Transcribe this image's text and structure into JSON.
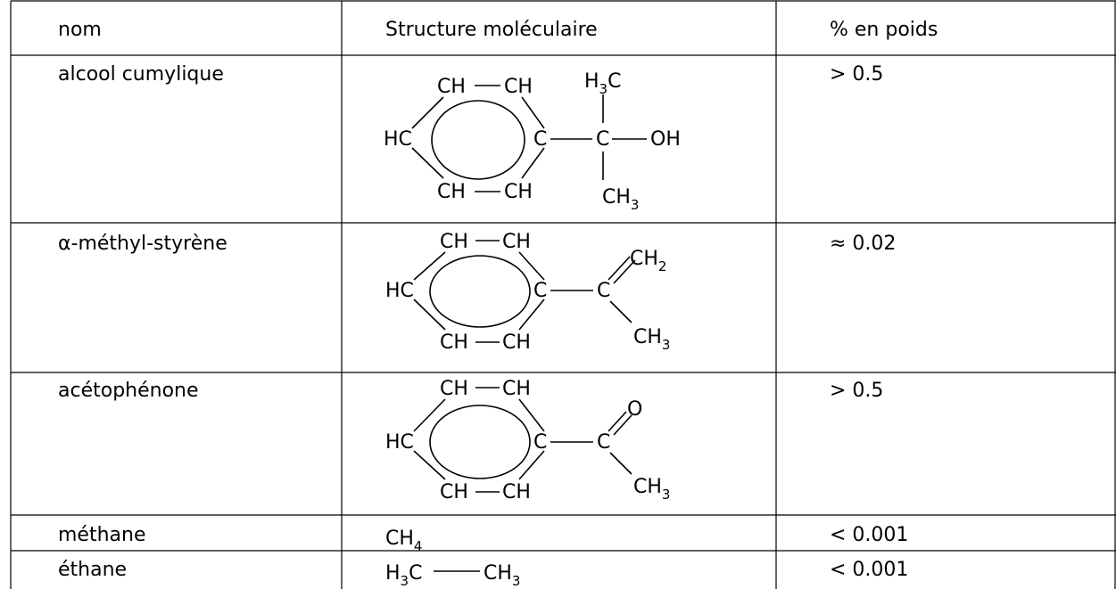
{
  "table": {
    "headers": [
      "nom",
      "Structure moléculaire",
      "% en poids"
    ],
    "rows": [
      {
        "name": "alcool cumylique",
        "value": "> 0.5"
      },
      {
        "name": "α-méthyl-styrène",
        "value": "≈ 0.02"
      },
      {
        "name": "acétophénone",
        "value": "> 0.5"
      },
      {
        "name": "méthane",
        "value": "< 0.001"
      },
      {
        "name": "éthane",
        "value": "< 0.001"
      }
    ]
  },
  "atoms": {
    "ch": "CH",
    "hc": "HC",
    "c": "C",
    "h": "H",
    "oh": "OH",
    "o": "O",
    "sub2": "2",
    "sub3": "3",
    "sub4": "4"
  }
}
